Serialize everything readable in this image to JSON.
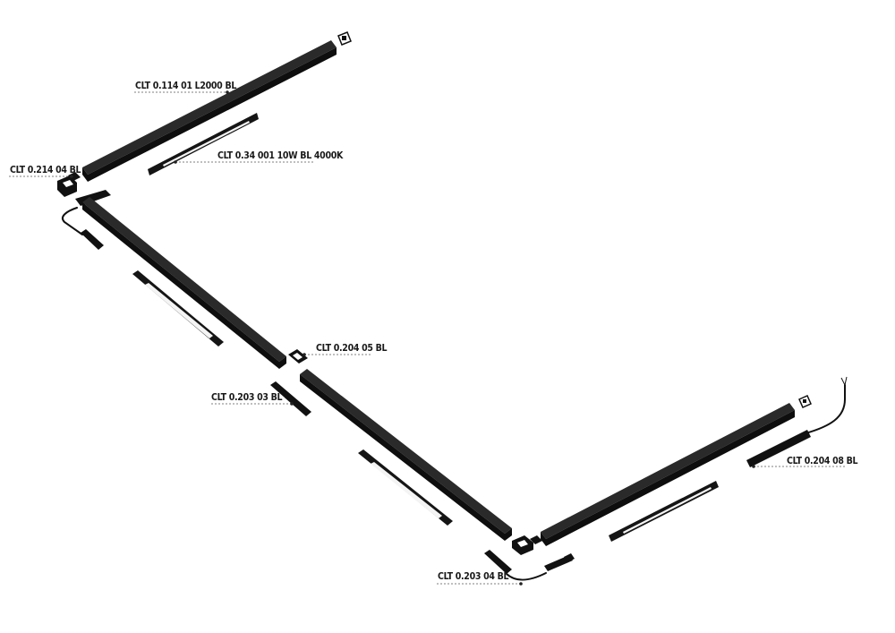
{
  "labels": {
    "rail_2000": "CLT 0.114 01 L2000 BL",
    "lamp_10w": "CLT 0.34 001 10W BL 4000K",
    "corner_connector": "CLT 0.214 04 BL",
    "straight_connector": "CLT 0.204 05 BL",
    "feed_left": "CLT 0.203 03 BL",
    "feed_bottom": "CLT 0.203 04 BL",
    "end_feed": "CLT 0.204 08 BL"
  }
}
